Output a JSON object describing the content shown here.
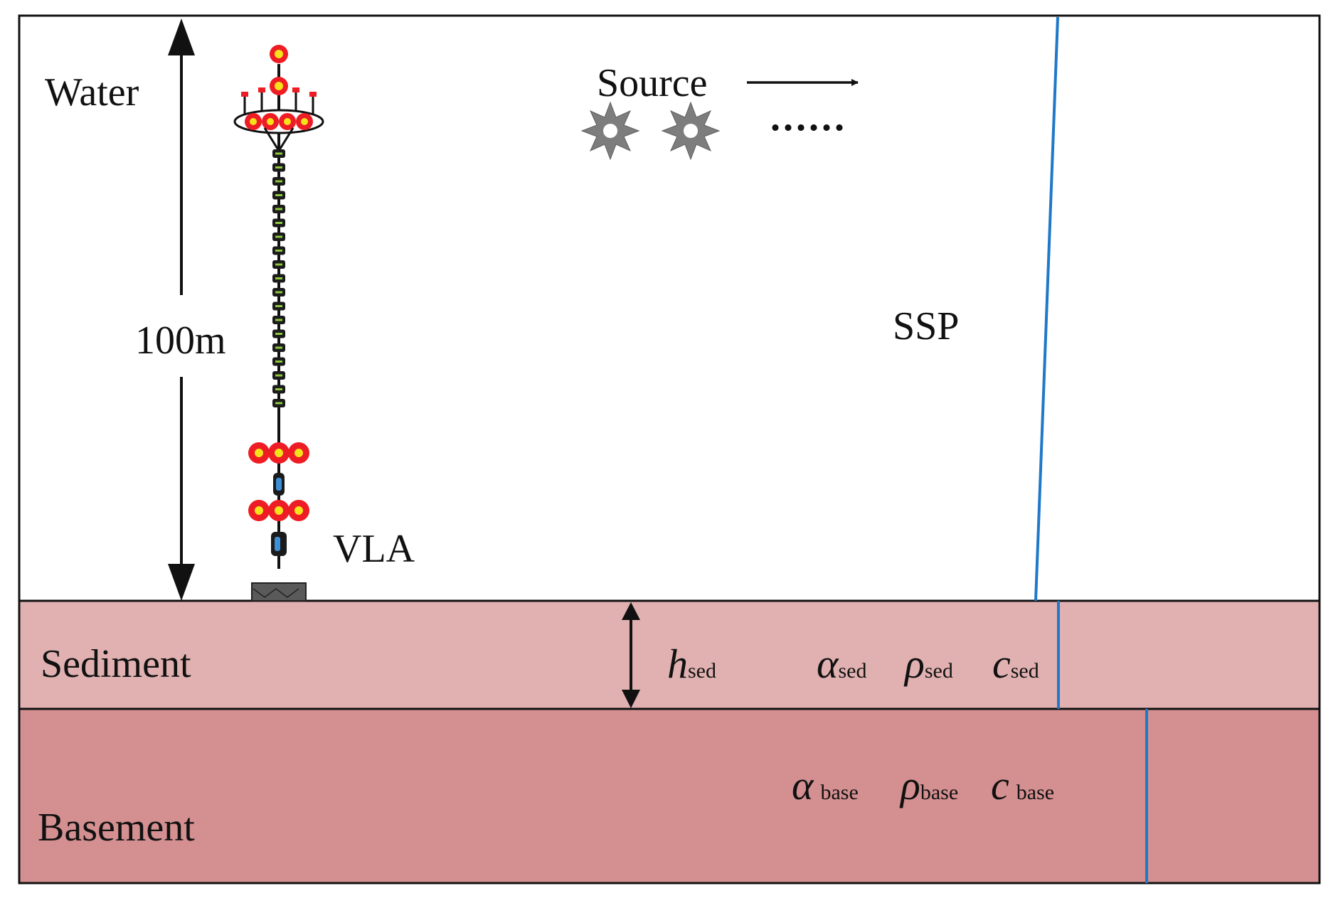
{
  "labels": {
    "water": "Water",
    "depth": "100m",
    "source": "Source",
    "ssp": "SSP",
    "vla": "VLA",
    "sediment": "Sediment",
    "basement": "Basement",
    "ellipsis": "......"
  },
  "params": {
    "h_sed": {
      "symbol": "h",
      "sub": "sed"
    },
    "alpha_sed": {
      "symbol": "α",
      "sub": "sed"
    },
    "rho_sed": {
      "symbol": "ρ",
      "sub": "sed"
    },
    "c_sed": {
      "symbol": "c",
      "sub": "sed"
    },
    "alpha_base": {
      "symbol": "α",
      "sub": "base"
    },
    "rho_base": {
      "symbol": "ρ",
      "sub": "base"
    },
    "c_base": {
      "symbol": "c",
      "sub": "base"
    }
  },
  "colors": {
    "sediment": "#e1b1b1",
    "basement": "#d48f90",
    "ssp_line": "#1f78c8",
    "float_red": "#ee1c24",
    "float_yellow": "#f5e21b",
    "source_gray": "#7d7d7d",
    "hydrophone_green": "#8fc83c",
    "hydrophone_blue": "#3d8fd6"
  },
  "icons": {
    "source_marker": "star-burst-icon",
    "vla_float": "float-icon",
    "anchor": "anchor-block-icon"
  }
}
